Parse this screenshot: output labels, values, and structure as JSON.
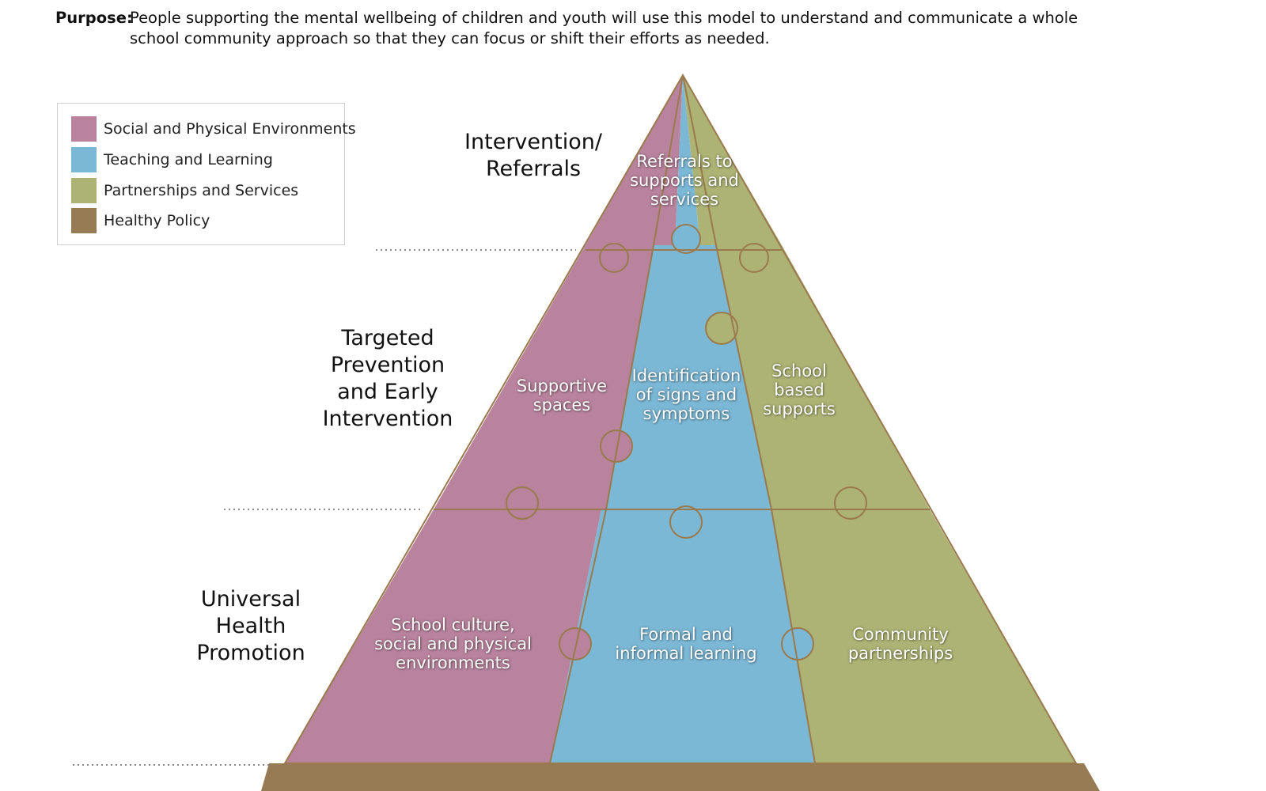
{
  "purpose": {
    "label": "Purpose:",
    "text": "People supporting the mental wellbeing of children and youth will use this model to understand and communicate a whole school community approach so that they can focus or shift their efforts as needed."
  },
  "legend": {
    "items": [
      {
        "label": "Social and Physical Environments",
        "color": "#b9839d"
      },
      {
        "label": "Teaching and Learning",
        "color": "#7bb8d6"
      },
      {
        "label": "Partnerships and Services",
        "color": "#adb374"
      },
      {
        "label": "Healthy Policy",
        "color": "#977b55"
      }
    ]
  },
  "tiers": {
    "top": "Intervention/ Referrals",
    "middle": "Targeted Prevention and Early Intervention",
    "bottom": "Universal Health Promotion"
  },
  "segments": {
    "top_center": "Referrals to supports and services",
    "mid_left": "Supportive spaces",
    "mid_center": "Identification of signs and symptoms",
    "mid_right": "School based supports",
    "bot_left": "School culture, social and physical environments",
    "bot_center": "Formal and informal learning",
    "bot_right": "Community partnerships"
  },
  "colors": {
    "outline": "#9a7a4c",
    "divider": "#8a8a8a"
  }
}
